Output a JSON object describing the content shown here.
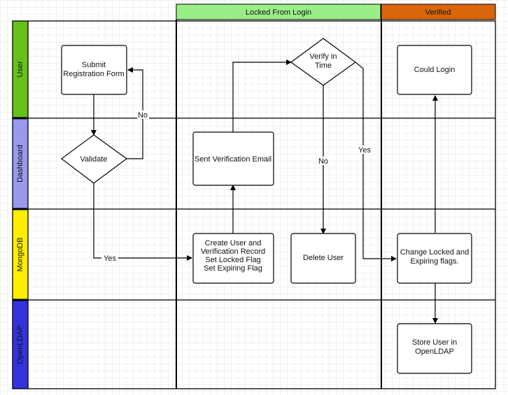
{
  "columns": {
    "locked": "Locked From Login",
    "verified": "Verified"
  },
  "lanes": {
    "user": "User",
    "dashboard": "Dashboard",
    "mongodb": "MongoDB",
    "openldap": "OpenLDAP"
  },
  "nodes": {
    "submit": [
      "Submit",
      "Registration Form"
    ],
    "validate": "Validate",
    "verify": [
      "Verify in",
      "Time"
    ],
    "could_login": "Could Login",
    "sent_email": "Sent Verification Email",
    "create_user": [
      "Create User and",
      "Verification Record",
      "Set Locked Flag",
      "Set Expiring Flag"
    ],
    "delete_user": "Delete User",
    "change_flags": [
      "Change Locked and",
      "Expiring flags."
    ],
    "store_user": [
      "Store User in",
      "OpenLDAP"
    ]
  },
  "edge_labels": {
    "validate_no": "No",
    "validate_yes": "Yes",
    "verify_no": "No",
    "verify_yes": "Yes"
  },
  "colors": {
    "user": "#66c21a",
    "dashboard": "#9999ee",
    "mongodb": "#ffee00",
    "openldap": "#3333dd",
    "locked_header": "#99ee88",
    "verified_header": "#d9660a",
    "grid": "#e2e2e2"
  }
}
